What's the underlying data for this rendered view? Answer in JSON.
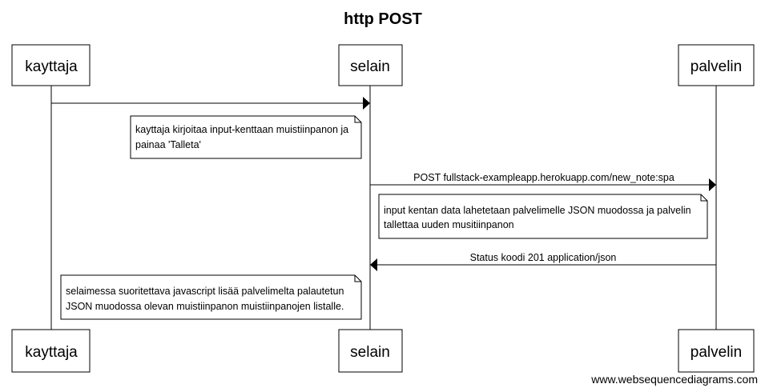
{
  "diagram": {
    "title": "http POST",
    "actors": {
      "user": "kayttaja",
      "browser": "selain",
      "server": "palvelin"
    },
    "messages": {
      "m1": "",
      "m2": "POST fullstack-exampleapp.herokuapp.com/new_note:spa",
      "m3": "Status koodi 201 application/json"
    },
    "notes": {
      "n1": {
        "line1": "kayttaja kirjoitaa input-kenttaan muistiinpanon ja",
        "line2": "painaa 'Talleta'"
      },
      "n2": {
        "line1": "input kentan data lahetetaan palvelimelle JSON muodossa ja palvelin",
        "line2": "tallettaa uuden musitiinpanon"
      },
      "n3": {
        "line1": "selaimessa suoritettava javascript lisää palvelimelta palautetun",
        "line2": "JSON muodossa olevan muistiinpanon muistiinpanojen listalle."
      }
    },
    "footer": "www.websequencediagrams.com"
  }
}
